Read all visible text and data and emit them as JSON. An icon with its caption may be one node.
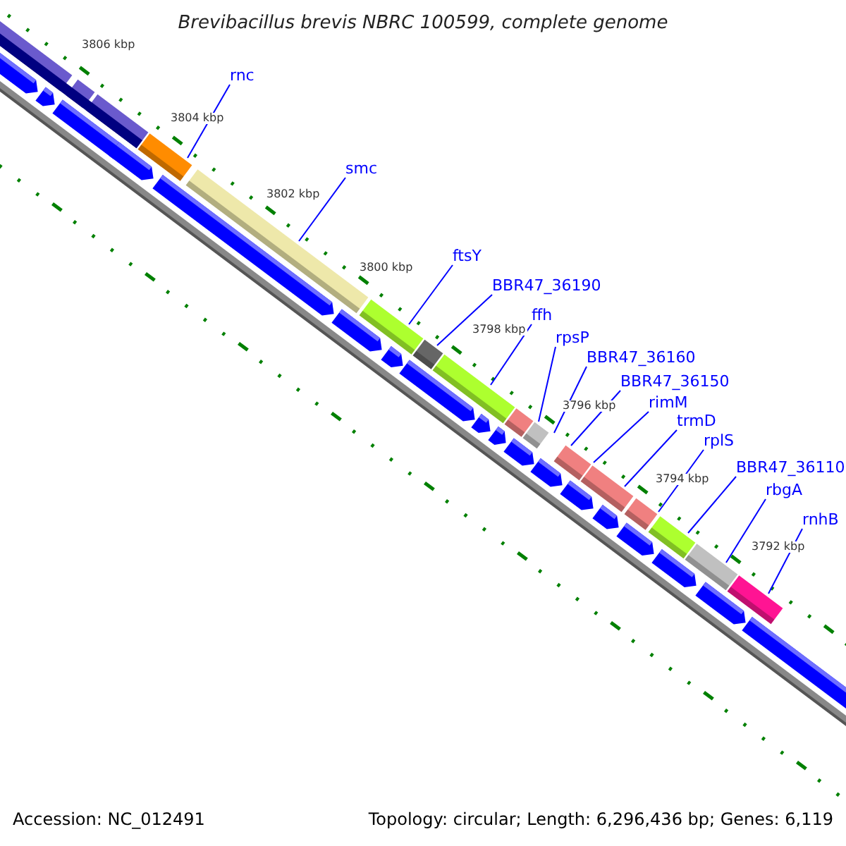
{
  "diagram": {
    "title": "Brevibacillus brevis NBRC 100599, complete genome",
    "nodes": [
      {
        "text": [
          "rnc"
        ]
      },
      {
        "text": [
          "smc"
        ]
      },
      {
        "text": [
          "ftsY"
        ]
      },
      {
        "text": [
          "BBR47_36190"
        ]
      },
      {
        "text": [
          "ffh"
        ]
      },
      {
        "text": [
          "rpsP"
        ]
      },
      {
        "text": [
          "BBR47_36160"
        ]
      },
      {
        "text": [
          "BBR47_36150"
        ]
      },
      {
        "text": [
          "rimM"
        ]
      },
      {
        "text": [
          "trmD"
        ]
      },
      {
        "text": [
          "rplS"
        ]
      },
      {
        "text": [
          "BBR47_36110"
        ]
      },
      {
        "text": [
          "rbgA"
        ]
      },
      {
        "text": [
          "rnhB"
        ]
      }
    ],
    "edges": [
      {
        "from": 0,
        "to": null,
        "arrow": "none"
      },
      {
        "from": 1,
        "to": null,
        "arrow": "none"
      },
      {
        "from": 2,
        "to": null,
        "arrow": "none"
      },
      {
        "from": 3,
        "to": null,
        "arrow": "none"
      },
      {
        "from": 4,
        "to": null,
        "arrow": "none"
      },
      {
        "from": 5,
        "to": null,
        "arrow": "none"
      },
      {
        "from": 6,
        "to": null,
        "arrow": "none"
      },
      {
        "from": 7,
        "to": null,
        "arrow": "none"
      },
      {
        "from": 8,
        "to": null,
        "arrow": "none"
      },
      {
        "from": 9,
        "to": null,
        "arrow": "none"
      },
      {
        "from": 10,
        "to": null,
        "arrow": "none"
      },
      {
        "from": 11,
        "to": null,
        "arrow": "none"
      },
      {
        "from": 12,
        "to": null,
        "arrow": "none"
      },
      {
        "from": 13,
        "to": null,
        "arrow": "none"
      }
    ],
    "labels": [
      "3806 kbp",
      "3804 kbp",
      "3802 kbp",
      "3800 kbp",
      "3798 kbp",
      "3796 kbp",
      "3794 kbp",
      "3792 kbp",
      "Accession: NC_012491",
      "Topology: circular; Length: 6,296,436 bp; Genes: 6,119"
    ]
  }
}
